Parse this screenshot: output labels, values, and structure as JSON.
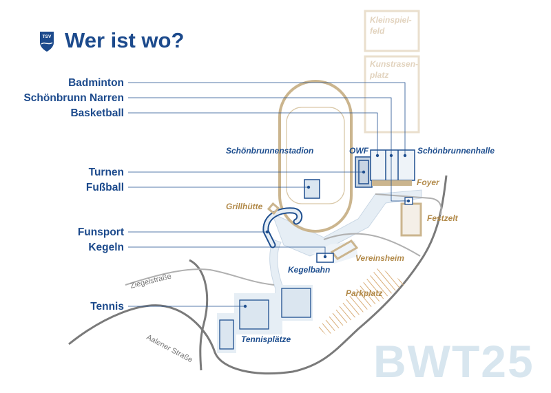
{
  "title": "Wer ist wo?",
  "logo": {
    "text": "TSV",
    "icon": "club-crest-icon"
  },
  "watermark": "BWT25",
  "categories": {
    "badminton": "Badminton",
    "narren": "Schönbrunn Narren",
    "basketball": "Basketball",
    "turnen": "Turnen",
    "fussball": "Fußball",
    "funsport": "Funsport",
    "kegeln": "Kegeln",
    "tennis": "Tennis"
  },
  "places": {
    "kleinspielfeld_1": "Kleinspiel-",
    "kleinspielfeld_2": "feld",
    "kunstrasen_1": "Kunstrasen-",
    "kunstrasen_2": "platz",
    "stadion": "Schönbrunnenstadion",
    "owf": "OWF",
    "halle": "Schönbrunnenhalle",
    "foyer": "Foyer",
    "grillhuette": "Grillhütte",
    "festzelt": "Festzelt",
    "vereinsheim": "Vereinsheim",
    "kegelbahn": "Kegelbahn",
    "parkplatz": "Parkplatz",
    "tennisplaetze": "Tennisplätze"
  },
  "streets": {
    "ziegel": "Ziegelstraße",
    "aalener": "Aalener Straße"
  },
  "colors": {
    "navy": "#1c4a8c",
    "gold": "#b28a4a",
    "area": "#e6eef5",
    "track": "#cbb58e"
  }
}
